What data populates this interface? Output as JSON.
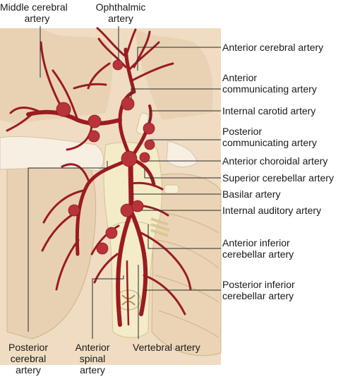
{
  "labels": {
    "middle_cerebral": [
      "Middle cerebral",
      "artery"
    ],
    "ophthalmic": [
      "Ophthalmic",
      "artery"
    ],
    "anterior_cerebral": "Anterior cerebral artery",
    "anterior_communicating": [
      "Anterior",
      "communicating artery"
    ],
    "internal_carotid": "Internal carotid artery",
    "posterior_communicating": [
      "Posterior",
      "communicating artery"
    ],
    "anterior_choroidal": "Anterior choroidal artery",
    "superior_cerebellar": "Superior cerebellar artery",
    "basilar": "Basilar artery",
    "internal_auditory": "Internal auditory artery",
    "anterior_inferior_cerebellar": [
      "Anterior inferior",
      "cerebellar artery"
    ],
    "posterior_inferior_cerebellar": [
      "Posterior inferior",
      "cerebellar artery"
    ],
    "posterior_cerebral": [
      "Posterior",
      "cerebral",
      "artery"
    ],
    "anterior_spinal": [
      "Anterior",
      "spinal",
      "artery"
    ],
    "vertebral": "Vertebral artery"
  },
  "colors": {
    "tissue": "#efdcc2",
    "tissue_shadow": "#dcc2a0",
    "brainstem": "#f4ecc8",
    "vessel": "#a3222a",
    "aneurysm": "#b8333a"
  }
}
